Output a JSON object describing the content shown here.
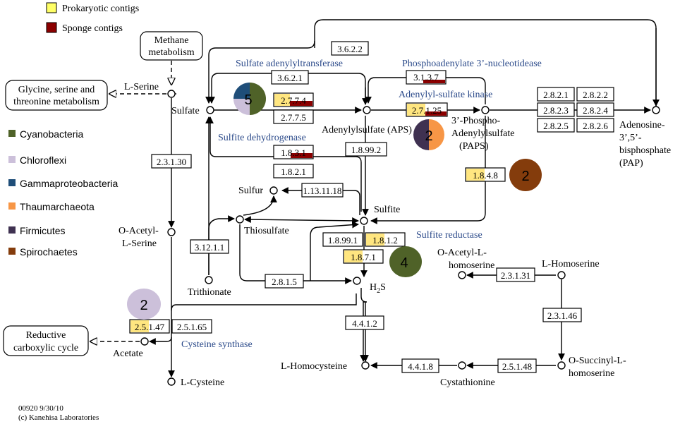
{
  "legend_top": [
    {
      "label": "Prokaryotic contigs",
      "color": "#ffff66"
    },
    {
      "label": "Sponge contigs",
      "color": "#8b0000"
    }
  ],
  "legend_taxa": [
    {
      "label": "Cyanobacteria",
      "color": "#4f6228"
    },
    {
      "label": "Chloroflexi",
      "color": "#ccc0da"
    },
    {
      "label": "Gammaproteobacteria",
      "color": "#1f4e79"
    },
    {
      "label": "Thaumarchaeota",
      "color": "#f79646"
    },
    {
      "label": "Firmicutes",
      "color": "#3f3151"
    },
    {
      "label": "Spirochaetes",
      "color": "#843c0c"
    }
  ],
  "pathways": {
    "methane": [
      "Methane",
      "metabolism"
    ],
    "glycine": [
      "Glycine, serine and",
      "threonine metabolism"
    ],
    "reductive": [
      "Reductive",
      "carboxylic cycle"
    ]
  },
  "compounds": {
    "l_serine": "L-Serine",
    "sulfate": "Sulfate",
    "aps": "Adenylylsulfate (APS)",
    "paps": [
      "3’-Phospho-",
      "Adenylylsulfate",
      "(PAPS)"
    ],
    "pap": [
      "Adenosine-",
      "3’,5’-",
      "bisphosphate",
      "(PAP)"
    ],
    "sulfur": "Sulfur",
    "thiosulfate": "Thiosulfate",
    "sulfite": "Sulfite",
    "o_acetyl_l_serine": [
      "O-Acetyl-",
      "L-Serine"
    ],
    "trithionate": "Trithionate",
    "h2s": "H",
    "h2s_sub": "2",
    "h2s_end": "S",
    "acetate": "Acetate",
    "l_cysteine": "L-Cysteine",
    "l_homocysteine": "L-Homocysteine",
    "cystathionine": "Cystathionine",
    "o_acetyl_l_homoserine": [
      "O-Acetyl-L-",
      "homoserine"
    ],
    "l_homoserine": "L-Homoserine",
    "o_succinyl_l_homoserine": [
      "O-Succinyl-L-",
      "homoserine"
    ]
  },
  "enzyme_labels": {
    "sulfate_adenylyltransferase": "Sulfate adenylyltransferase",
    "phosphoadenylate": "Phosphoadenylate 3’-nucleotidease",
    "adenylyl_sulfate_kinase": "Adenylyl-sulfate kinase",
    "sulfite_dehydrogenase": "Sulfite dehydrogenase",
    "sulfite_reductase": "Sulfite reductase",
    "cysteine_synthase": "Cysteine synthase"
  },
  "ec": {
    "e3622": "3.6.2.2",
    "e3621": "3.6.2.1",
    "e3137": "3.1.3.7",
    "e2774": "2.7.7.4",
    "e2775": "2.7.7.5",
    "e27125": "2.7.1.25",
    "e2821": "2.8.2.1",
    "e2822": "2.8.2.2",
    "e2823": "2.8.2.3",
    "e2824": "2.8.2.4",
    "e2825": "2.8.2.5",
    "e2826": "2.8.2.6",
    "e1831": "1.8.3.1",
    "e1821": "1.8.2.1",
    "e18992": "1.8.99.2",
    "e1848": "1.8.4.8",
    "e113118": "1.13.11.18",
    "e23130": "2.3.1.30",
    "e31211": "3.12.1.1",
    "e18991": "1.8.99.1",
    "e1812": "1.8.1.2",
    "e1871": "1.8.7.1",
    "e2815": "2.8.1.5",
    "e25147": "2.5.1.47",
    "e25165": "2.5.1.65",
    "e4412": "4.4.1.2",
    "e23131": "2.3.1.31",
    "e23146": "2.3.1.46",
    "e4418": "4.4.1.8",
    "e25148": "2.5.1.48"
  },
  "counts": {
    "sulfate_pie": "5",
    "paps_pie": "2",
    "e1848_circle": "2",
    "sulfite_reductase_circle": "4",
    "cysteine_circle": "2"
  },
  "footer": [
    "00920 9/30/10",
    "(c) Kanehisa Laboratories"
  ]
}
